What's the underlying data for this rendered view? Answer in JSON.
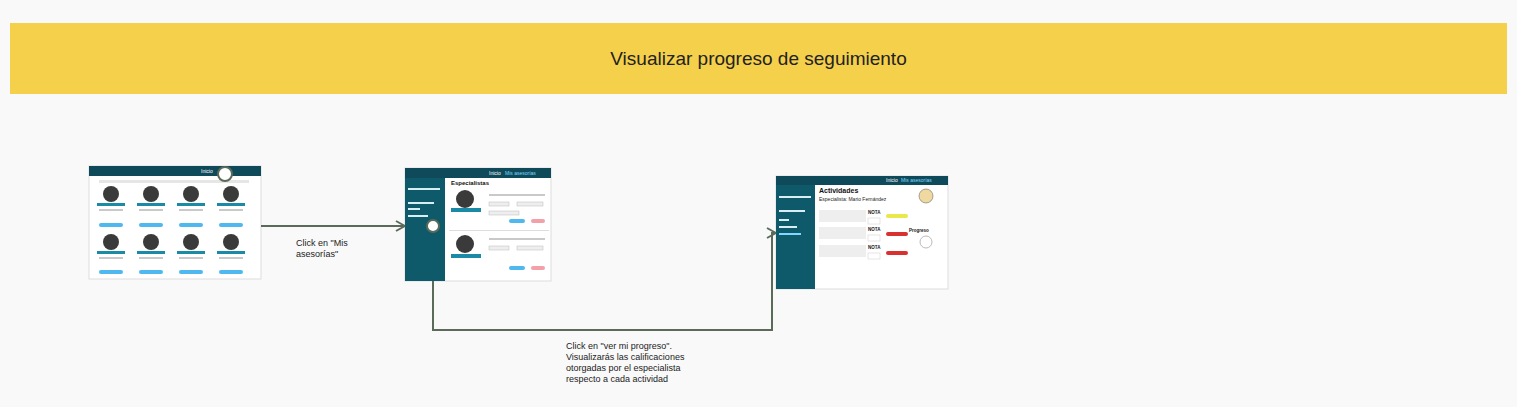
{
  "diagram": {
    "title": "Visualizar progreso de seguimiento",
    "nodes": [
      {
        "text": [
          "Inicio"
        ]
      },
      {
        "text": [
          "Inicio",
          "Mis asesorías",
          "Especialistas"
        ]
      },
      {
        "text": [
          "Inicio",
          "Mis asesorías",
          "Actividades",
          "Especialista: Mario Fernández",
          "NOTA",
          "NOTA",
          "NOTA",
          "Progreso"
        ]
      }
    ],
    "edges": [
      {
        "from": 0,
        "to": 1,
        "arrow": "to",
        "label": "Click en \"Mis asesorías\""
      },
      {
        "from": 1,
        "to": 2,
        "arrow": "to",
        "label": "Click en \"ver mi progreso\". Visualizarás las calificaciones otorgadas por el especialista respecto a cada actividad"
      }
    ]
  }
}
